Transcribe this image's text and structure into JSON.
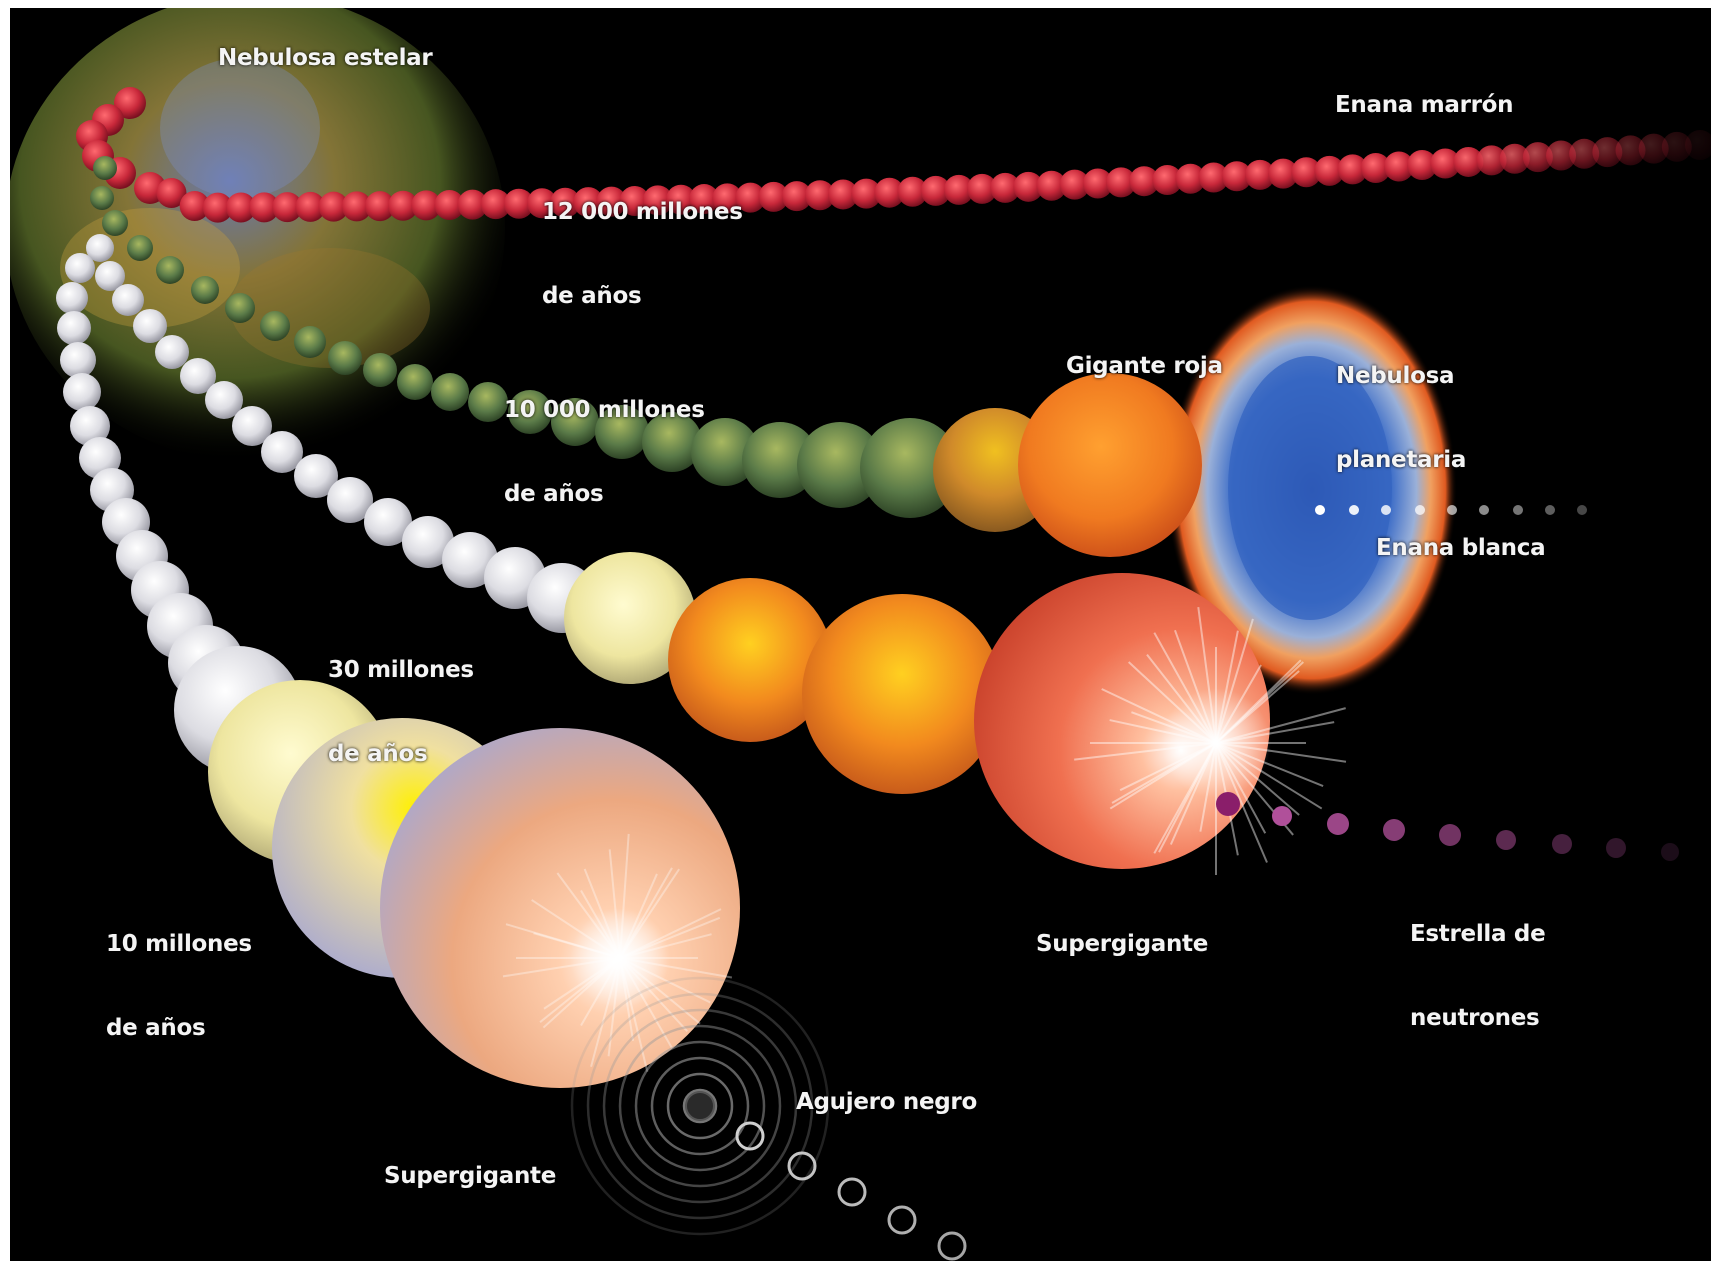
{
  "labels": {
    "nebula": "Nebulosa estelar",
    "brown_dwarf": "Enana marrón",
    "t12000": [
      "12 000 millones",
      "de años"
    ],
    "t10000": [
      "10 000 millones",
      "de años"
    ],
    "t30": [
      "30 millones",
      "de años"
    ],
    "t10": [
      "10 millones",
      "de años"
    ],
    "red_giant": "Gigante roja",
    "planetary_nebula": [
      "Nebulosa",
      "planetaria"
    ],
    "white_dwarf": "Enana blanca",
    "supergiant_mid": "Supergigante",
    "neutron_star": [
      "Estrella de",
      "neutrones"
    ],
    "black_hole": "Agujero negro",
    "supergiant_low": "Supergigante"
  },
  "colors": {
    "background": "#000000",
    "red_track": "#c8283a",
    "green_track": "#5a7a48",
    "white_track": "#e8e8ec",
    "orange_star": "#f28a1e",
    "white_dwarf_dots": "#ffffff",
    "neutron_dots": "#b0509a",
    "nebula_blue": "#3f6fc8"
  }
}
